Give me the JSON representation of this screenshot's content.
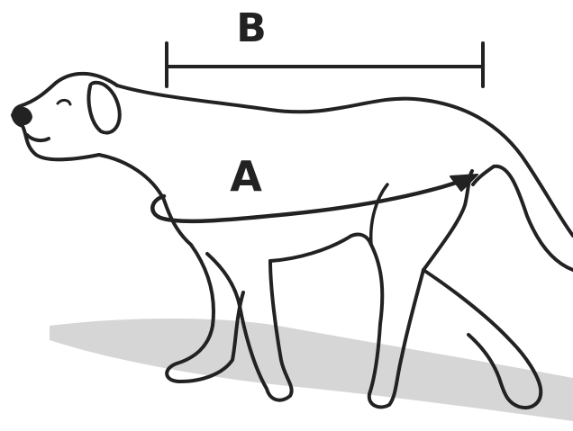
{
  "labels": {
    "b": "B",
    "a": "A"
  },
  "colors": {
    "stroke": "#222222",
    "shadow": "#d6d6d6",
    "background": "#ffffff"
  },
  "icons": {
    "subject": "dog-outline-icon",
    "measure_b": "bracket-line",
    "measure_a": "arrow-loop-line"
  }
}
